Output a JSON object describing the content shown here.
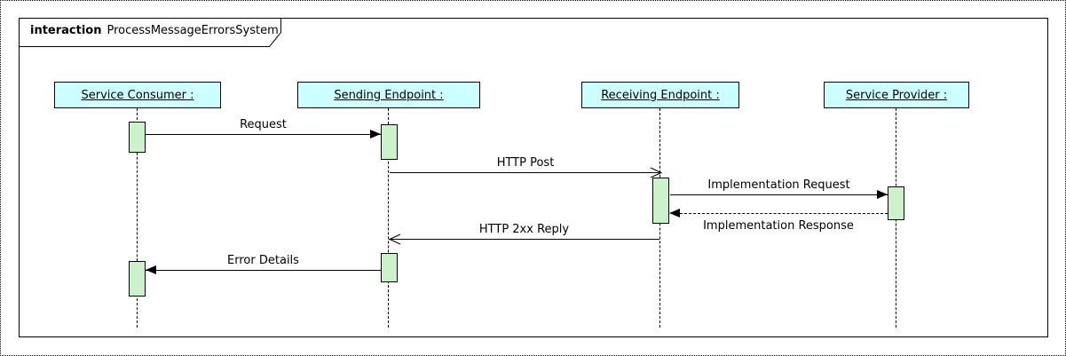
{
  "diagram": {
    "type": "uml-sequence-diagram",
    "frame": {
      "keyword": "interaction",
      "name": "ProcessMessageErrorsSystem"
    }
  },
  "colors": {
    "head_fill": "#CCFFFF",
    "activation_fill": "#CCF2CC",
    "stroke": "#000000",
    "background": "#FFFFFF"
  },
  "actors": [
    {
      "id": "service-consumer",
      "label": "Service Consumer :"
    },
    {
      "id": "sending-endpoint",
      "label": "Sending Endpoint :"
    },
    {
      "id": "receiving-endpoint",
      "label": "Receiving Endpoint :"
    },
    {
      "id": "service-provider",
      "label": "Service Provider :"
    }
  ],
  "messages": [
    {
      "label": "Request",
      "from": "Service Consumer",
      "to": "Sending Endpoint",
      "line": "solid",
      "arrowhead": "filled",
      "label_position": "above"
    },
    {
      "label": "HTTP Post",
      "from": "Sending Endpoint",
      "to": "Receiving Endpoint",
      "line": "solid",
      "arrowhead": "open",
      "label_position": "above"
    },
    {
      "label": "Implementation Request",
      "from": "Receiving Endpoint",
      "to": "Service Provider",
      "line": "solid",
      "arrowhead": "filled",
      "label_position": "above"
    },
    {
      "label": "Implementation Response",
      "from": "Service Provider",
      "to": "Receiving Endpoint",
      "line": "dashed",
      "arrowhead": "filled",
      "label_position": "below"
    },
    {
      "label": "HTTP 2xx Reply",
      "from": "Receiving Endpoint",
      "to": "Sending Endpoint",
      "line": "solid",
      "arrowhead": "open",
      "label_position": "above"
    },
    {
      "label": "Error Details",
      "from": "Sending Endpoint",
      "to": "Service Consumer",
      "line": "solid",
      "arrowhead": "filled",
      "label_position": "above"
    }
  ]
}
